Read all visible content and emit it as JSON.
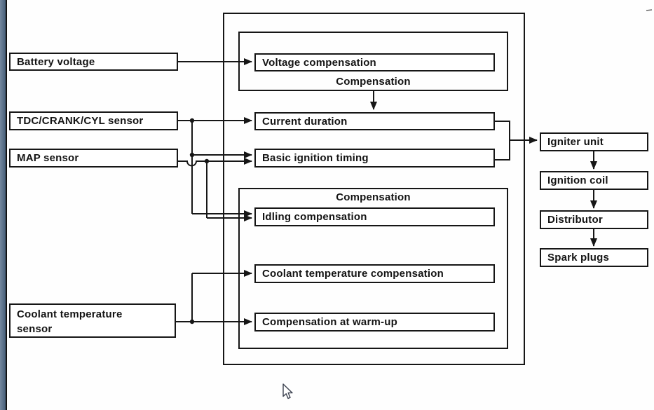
{
  "diagram": {
    "inputs": [
      {
        "label": "Battery voltage"
      },
      {
        "label": "TDC/CRANK/CYL sensor"
      },
      {
        "label": "MAP sensor"
      },
      {
        "label": "Coolant temperature\nsensor"
      }
    ],
    "controller": {
      "top_group_label": "Compensation",
      "bottom_group_label": "Compensation",
      "voltage_compensation": "Voltage compensation",
      "current_duration": "Current duration",
      "basic_ignition_timing": "Basic ignition timing",
      "idling_compensation": "Idling compensation",
      "coolant_temperature_compensation": "Coolant temperature compensation",
      "compensation_at_warm_up": "Compensation at warm-up"
    },
    "outputs": [
      {
        "label": "Igniter unit"
      },
      {
        "label": "Ignition coil"
      },
      {
        "label": "Distributor"
      },
      {
        "label": "Spark plugs"
      }
    ],
    "line_color": "#161616"
  },
  "window": {
    "edge_strip_color_from": "#74889f",
    "edge_strip_color_to": "#49627d",
    "background": "#fefefe"
  }
}
